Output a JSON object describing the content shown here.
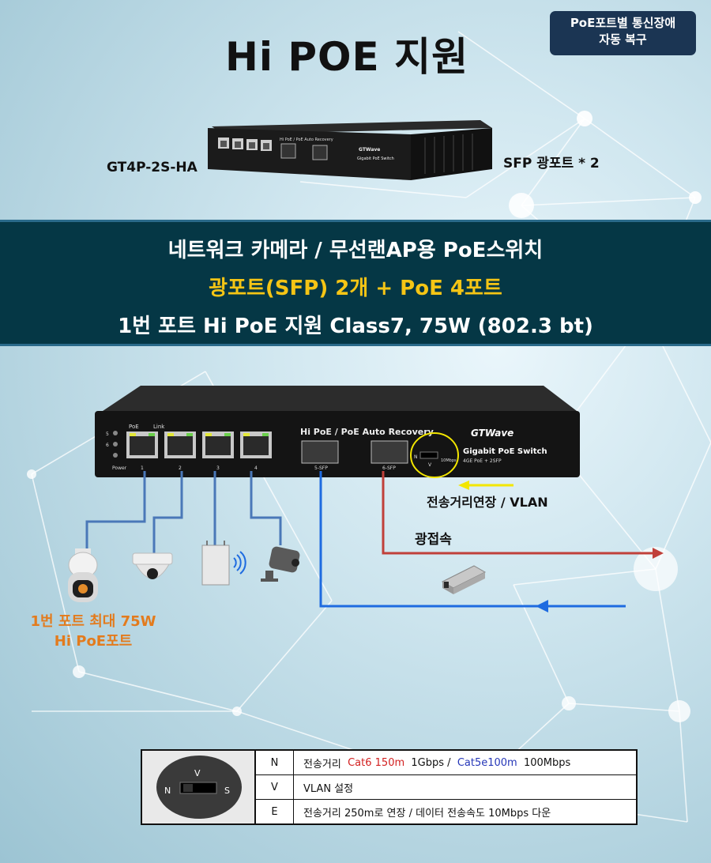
{
  "header": {
    "title": "Hi POE 지원",
    "badge_line1": "PoE포트별  통신장애",
    "badge_line2": "자동 복구"
  },
  "top_switch": {
    "model": "GT4P-2S-HA",
    "sfp_label": "SFP 광포트 * 2"
  },
  "banner": {
    "line1": "네트워크 카메라 / 무선랜AP용 PoE스위치",
    "line2": "광포트(SFP) 2개  + PoE 4포트",
    "line3": "1번 포트 Hi PoE 지원  Class7, 75W  (802.3 bt)"
  },
  "switch_panel": {
    "group_label": "Hi PoE  /  PoE Auto Recovery",
    "brand": "GTWave",
    "product": "Gigabit PoE Switch",
    "spec": "4GE PoE + 2SFP",
    "led_labels": [
      "5",
      "6",
      "Power"
    ],
    "poe_label": "PoE",
    "link_label": "Link",
    "port_numbers": [
      "1",
      "2",
      "3",
      "4"
    ],
    "sfp_port_labels": [
      "5-SFP",
      "6-SFP"
    ],
    "dip_labels": [
      "N",
      "V",
      "10Mbps"
    ]
  },
  "diagram": {
    "range_label": "전송거리연장  / VLAN",
    "fiber_label": "광접속",
    "port1_line1": "1번 포트 최대 75W",
    "port1_line2": "Hi PoE포트",
    "colors": {
      "poe_link": "#4a78b8",
      "fiber_out": "#c0403a",
      "fiber_in": "#1e6be0",
      "highlight": "#f3e600"
    }
  },
  "mode_table": {
    "switch_letters": [
      "N",
      "V",
      "S"
    ],
    "rows": [
      {
        "key": "N",
        "prefix": "전송거리  ",
        "red": "Cat6 150m",
        "mid": "  1Gbps /  ",
        "blue": "Cat5e100m",
        "suffix": "  100Mbps"
      },
      {
        "key": "V",
        "text": "VLAN 설정"
      },
      {
        "key": "E",
        "text": "전송거리 250m로 연장 / 데이터 전송속도 10Mbps 다운"
      }
    ]
  }
}
